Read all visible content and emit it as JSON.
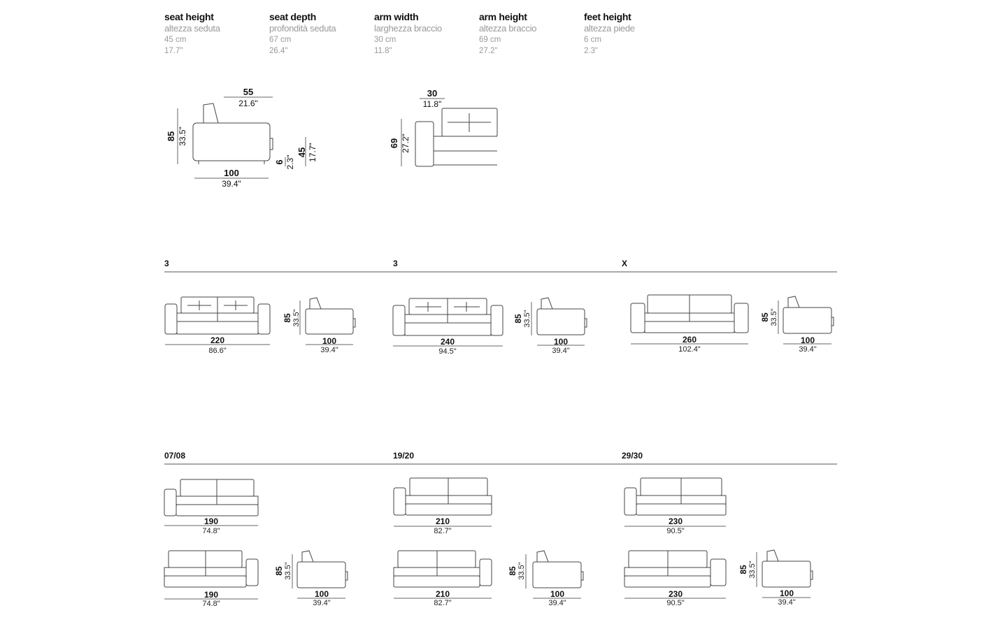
{
  "specs": [
    {
      "title": "seat height",
      "subtitle": "altezza seduta",
      "cm": "45 cm",
      "in": "17.7\""
    },
    {
      "title": "seat depth",
      "subtitle": "profondità seduta",
      "cm": "67 cm",
      "in": "26.4\""
    },
    {
      "title": "arm width",
      "subtitle": "larghezza braccio",
      "cm": "30 cm",
      "in": "11.8\""
    },
    {
      "title": "arm height",
      "subtitle": "altezza braccio",
      "cm": "69 cm",
      "in": "27.2\""
    },
    {
      "title": "feet height",
      "subtitle": "altezza piede",
      "cm": "6 cm",
      "in": "2.3\""
    }
  ],
  "detail": {
    "side": {
      "top_cm": "55",
      "top_in": "21.6\"",
      "height_cm": "85",
      "height_in": "33.5\"",
      "width_cm": "100",
      "width_in": "39.4\"",
      "feet_cm": "6",
      "feet_in": "2.3\"",
      "seat_cm": "45",
      "seat_in": "17.7\""
    },
    "arm": {
      "width_cm": "30",
      "width_in": "11.8\"",
      "height_cm": "69",
      "height_in": "27.2\""
    }
  },
  "row1": [
    {
      "code": "3",
      "width_cm": "220",
      "width_in": "86.6\"",
      "height_cm": "85",
      "height_in": "33.5\"",
      "depth_cm": "100",
      "depth_in": "39.4\""
    },
    {
      "code": "3",
      "width_cm": "240",
      "width_in": "94.5\"",
      "height_cm": "85",
      "height_in": "33.5\"",
      "depth_cm": "100",
      "depth_in": "39.4\""
    },
    {
      "code": "X",
      "width_cm": "260",
      "width_in": "102.4\"",
      "height_cm": "85",
      "height_in": "33.5\"",
      "depth_cm": "100",
      "depth_in": "39.4\""
    }
  ],
  "row2": [
    {
      "code": "07/08",
      "width_cm": "190",
      "width_in": "74.8\"",
      "height_cm": "85",
      "height_in": "33.5\"",
      "depth_cm": "100",
      "depth_in": "39.4\""
    },
    {
      "code": "19/20",
      "width_cm": "210",
      "width_in": "82.7\"",
      "height_cm": "85",
      "height_in": "33.5\"",
      "depth_cm": "100",
      "depth_in": "39.4\""
    },
    {
      "code": "29/30",
      "width_cm": "230",
      "width_in": "90.5\"",
      "height_cm": "85",
      "height_in": "33.5\"",
      "depth_cm": "100",
      "depth_in": "39.4\""
    }
  ]
}
